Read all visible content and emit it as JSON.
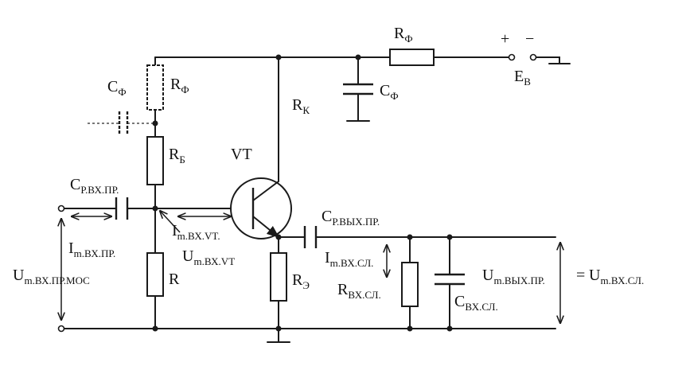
{
  "labels": {
    "rf_top": {
      "main": "R",
      "sub": "Ф"
    },
    "cf_top_left": {
      "main": "C",
      "sub": "Ф"
    },
    "rf_left": {
      "main": "R",
      "sub": "Ф"
    },
    "cf_right": {
      "main": "C",
      "sub": "Ф"
    },
    "rk": {
      "main": "R",
      "sub": "К"
    },
    "rb": {
      "main": "R",
      "sub": "Б"
    },
    "vt": "VT",
    "eb": {
      "main": "E",
      "sub": "В"
    },
    "plus": "+",
    "minus": "−",
    "c_in": {
      "main": "C",
      "sub": "Р.ВХ.ПР."
    },
    "c_out": {
      "main": "C",
      "sub": "Р.ВЫХ.ПР."
    },
    "i_in": {
      "main": "I",
      "sub": "m.ВХ.ПР."
    },
    "i_vt": {
      "main": "I",
      "sub": "m.ВХ.VT."
    },
    "u_vt": {
      "main": "U",
      "sub": "m.ВХ.VT"
    },
    "u_in": {
      "main": "U",
      "sub": "m.ВХ.ПР.МОС"
    },
    "r": "R",
    "re": {
      "main": "R",
      "sub": "Э"
    },
    "i_load": {
      "main": "I",
      "sub": "m.ВХ.СЛ."
    },
    "r_load": {
      "main": "R",
      "sub": "ВХ.СЛ."
    },
    "c_load": {
      "main": "C",
      "sub": "ВХ.СЛ."
    },
    "u_out": {
      "main": "U",
      "sub": "m.ВЫХ.ПР."
    },
    "eq": "=",
    "u_load": {
      "main": "U",
      "sub": "m.ВХ.СЛ."
    }
  },
  "colors": {
    "ink": "#1a1a1a",
    "paper": "#ffffff"
  }
}
